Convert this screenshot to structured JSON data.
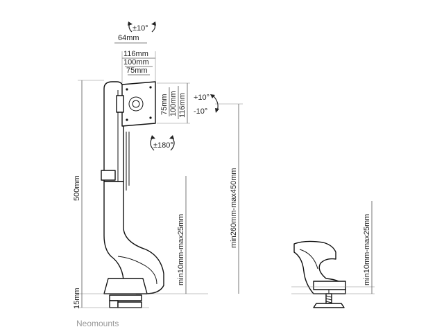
{
  "labels": {
    "tilt_top": "±10°",
    "depth": "64mm",
    "vesa_w_116": "116mm",
    "vesa_w_100": "100mm",
    "vesa_w_75": "75mm",
    "vesa_h_75": "75mm",
    "vesa_h_100": "100mm",
    "vesa_h_116": "116mm",
    "tilt_up": "+10°",
    "tilt_down": "-10°",
    "rotate": "±180°",
    "height_total": "500mm",
    "clamp_range_left": "min10mm-max25mm",
    "mount_range": "min260mm-max450mm",
    "clamp_range_right": "min10mm-max25mm",
    "base_thickness": "15mm",
    "brand": "Neomounts"
  },
  "colors": {
    "line": "#111111",
    "dimension": "#555555",
    "brand_text": "#9a9a9a"
  }
}
